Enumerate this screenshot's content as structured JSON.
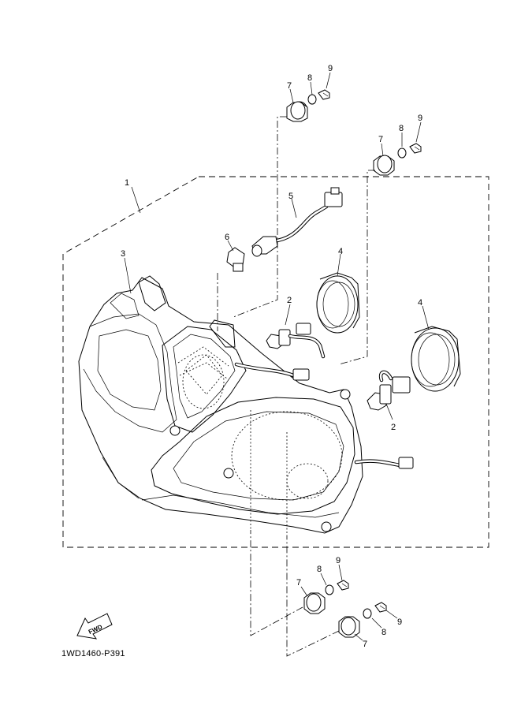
{
  "diagram": {
    "reference_code": "1WD1460-P391",
    "fwd_label": "FWD",
    "callouts": {
      "c1": "1",
      "c2a": "2",
      "c2b": "2",
      "c3": "3",
      "c4a": "4",
      "c4b": "4",
      "c5": "5",
      "c6": "6",
      "c7a": "7",
      "c7b": "7",
      "c7c": "7",
      "c7d": "7",
      "c8a": "8",
      "c8b": "8",
      "c8c": "8",
      "c8d": "8",
      "c9a": "9",
      "c9b": "9",
      "c9c": "9",
      "c9d": "9"
    }
  }
}
